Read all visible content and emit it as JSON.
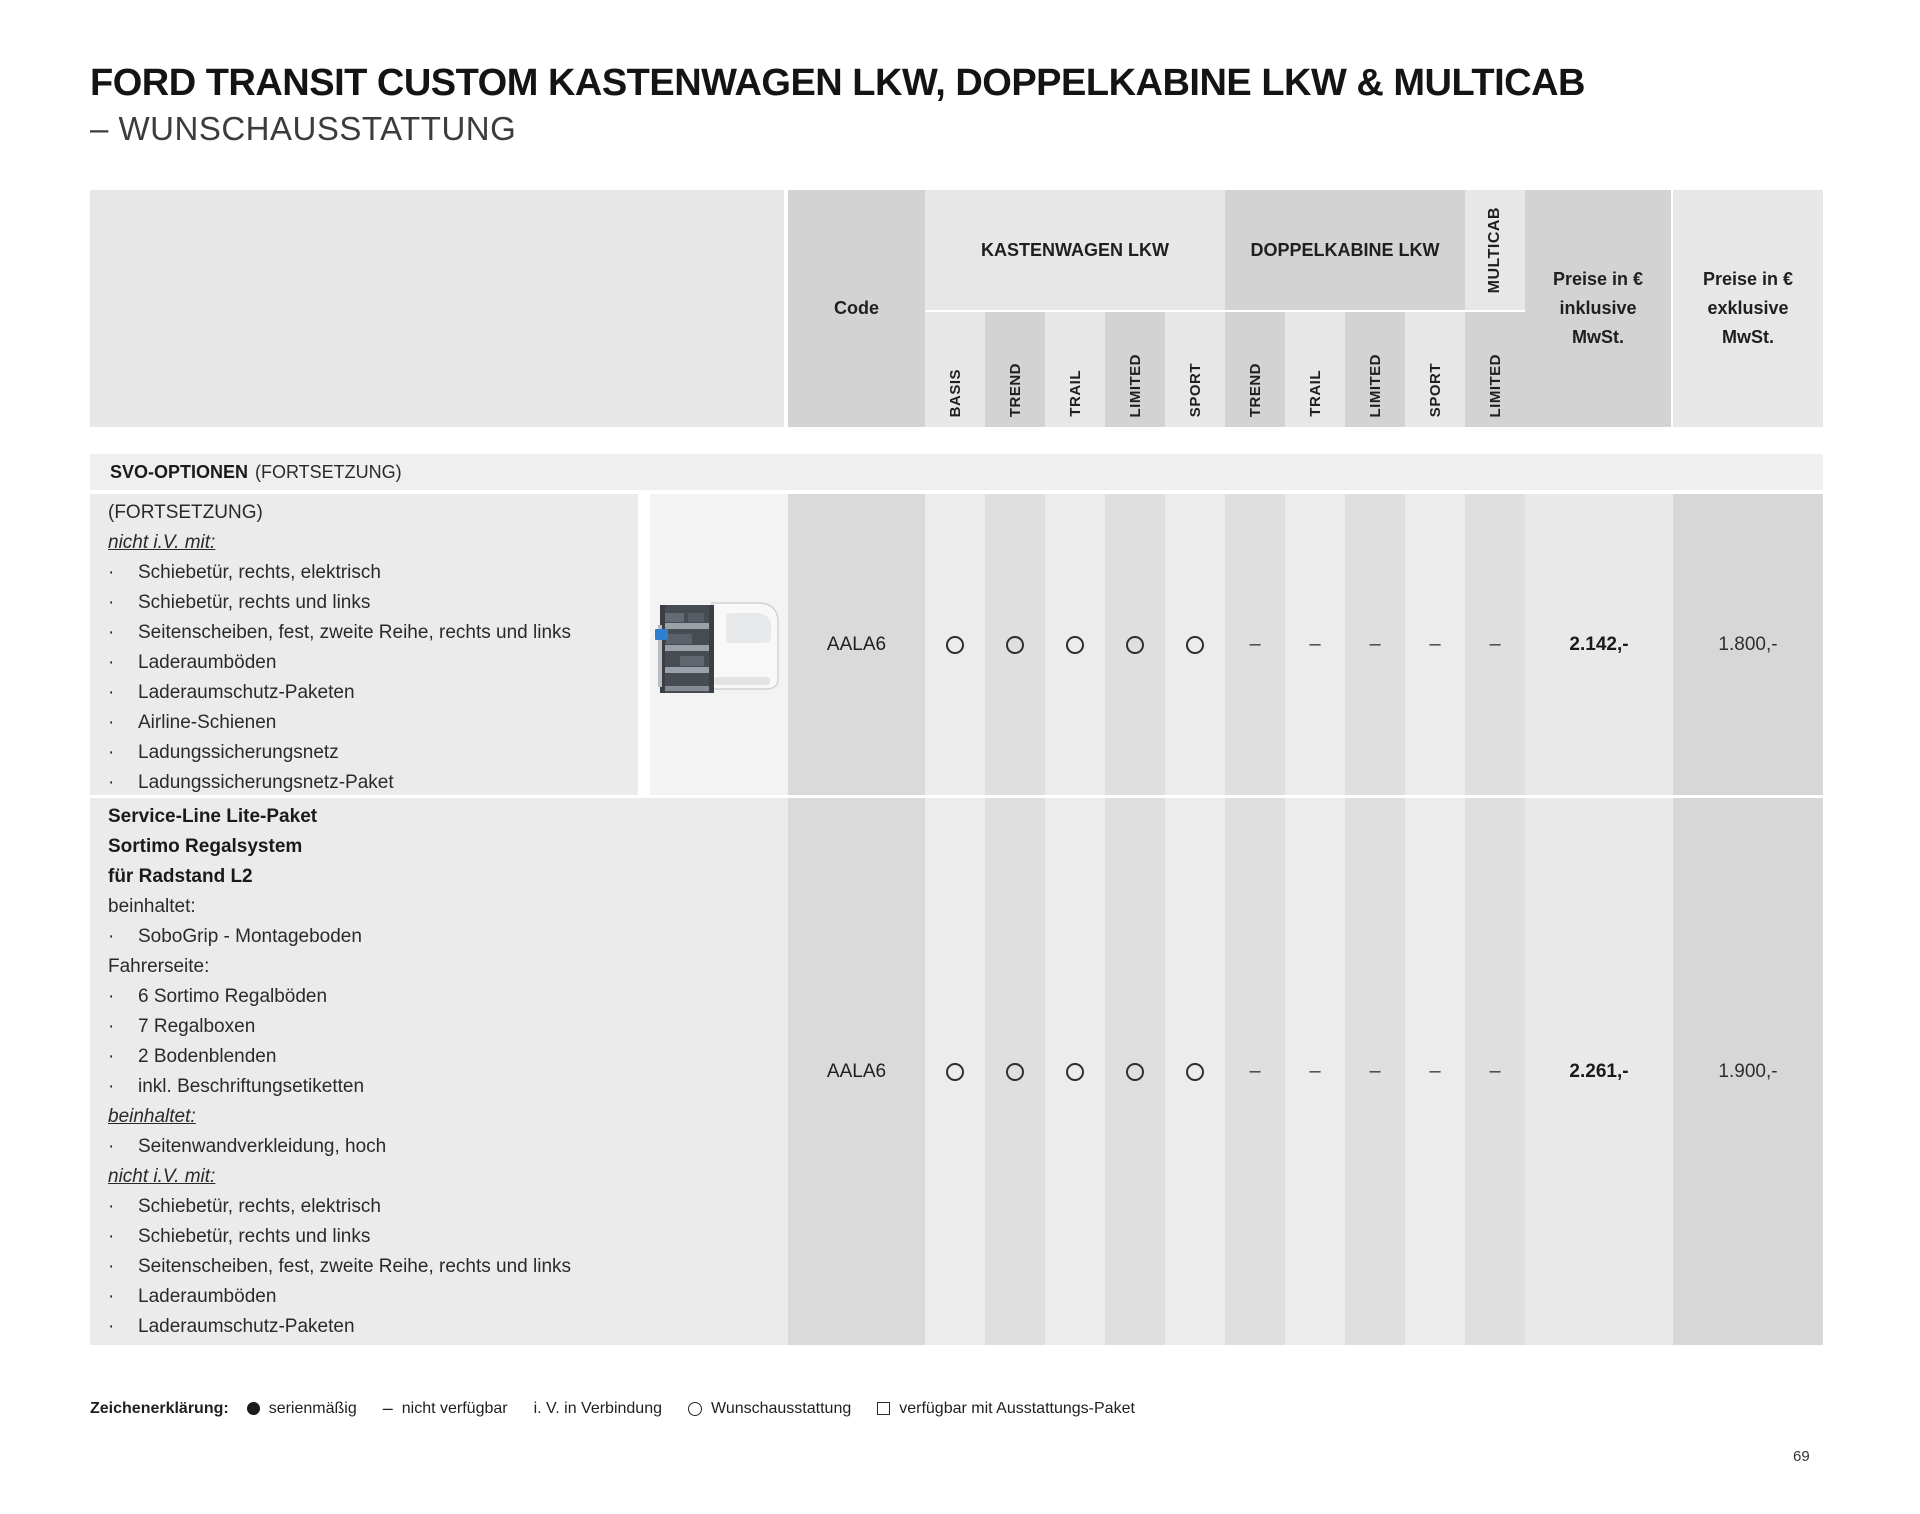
{
  "page": {
    "title": "FORD TRANSIT CUSTOM KASTENWAGEN LKW, DOPPELKABINE LKW & MULTICAB",
    "subtitle": "– WUNSCHAUSSTATTUNG",
    "page_number": "69"
  },
  "table": {
    "code_header": "Code",
    "bullet_char": "·",
    "dash_char": "–",
    "groups": [
      {
        "label": "KASTENWAGEN LKW",
        "trims": [
          "BASIS",
          "TREND",
          "TRAIL",
          "LIMITED",
          "SPORT"
        ]
      },
      {
        "label": "DOPPELKABINE LKW",
        "trims": [
          "TREND",
          "TRAIL",
          "LIMITED",
          "SPORT"
        ]
      },
      {
        "label": "MULTICAB",
        "trims": [
          "LIMITED"
        ]
      }
    ],
    "price_headers": [
      {
        "lines": [
          "Preise in €",
          "inklusive",
          "MwSt."
        ]
      },
      {
        "lines": [
          "Preise in €",
          "exklusive",
          "MwSt."
        ]
      }
    ],
    "section": {
      "title": "SVO-OPTIONEN",
      "suffix": "(FORTSETZUNG)"
    },
    "rows": [
      {
        "has_image": true,
        "image_alt": "sortimo-van-shelving",
        "code": "AALA6",
        "availability": [
          "circle",
          "circle",
          "circle",
          "circle",
          "circle",
          "dash",
          "dash",
          "dash",
          "dash",
          "dash"
        ],
        "price_incl": "2.142,-",
        "price_excl": "1.800,-",
        "lines": [
          {
            "text": "(FORTSETZUNG)",
            "style": "normal"
          },
          {
            "text": "nicht i.V. mit:",
            "style": "italic-underline"
          },
          {
            "text": "Schiebetür, rechts, elektrisch",
            "bullet": true
          },
          {
            "text": "Schiebetür, rechts und links",
            "bullet": true
          },
          {
            "text": "Seitenscheiben, fest, zweite Reihe, rechts und links",
            "bullet": true
          },
          {
            "text": "Laderaumböden",
            "bullet": true
          },
          {
            "text": "Laderaumschutz-Paketen",
            "bullet": true
          },
          {
            "text": "Airline-Schienen",
            "bullet": true
          },
          {
            "text": "Ladungssicherungsnetz",
            "bullet": true
          },
          {
            "text": "Ladungssicherungsnetz-Paket",
            "bullet": true
          }
        ]
      },
      {
        "has_image": false,
        "code": "AALA6",
        "availability": [
          "circle",
          "circle",
          "circle",
          "circle",
          "circle",
          "dash",
          "dash",
          "dash",
          "dash",
          "dash"
        ],
        "price_incl": "2.261,-",
        "price_excl": "1.900,-",
        "lines": [
          {
            "text": "Service-Line Lite-Paket",
            "style": "bold"
          },
          {
            "text": "Sortimo Regalsystem",
            "style": "bold"
          },
          {
            "text": "für Radstand L2",
            "style": "bold"
          },
          {
            "text": "beinhaltet:",
            "style": "normal"
          },
          {
            "text": "SoboGrip - Montageboden",
            "bullet": true
          },
          {
            "text": "Fahrerseite:",
            "style": "normal"
          },
          {
            "text": "6 Sortimo Regalböden",
            "bullet": true
          },
          {
            "text": "7 Regalboxen",
            "bullet": true
          },
          {
            "text": "2 Bodenblenden",
            "bullet": true
          },
          {
            "text": "inkl. Beschriftungsetiketten",
            "bullet": true
          },
          {
            "text": "beinhaltet:",
            "style": "italic-underline"
          },
          {
            "text": "Seitenwandverkleidung, hoch",
            "bullet": true
          },
          {
            "text": "nicht i.V. mit:",
            "style": "italic-underline"
          },
          {
            "text": "Schiebetür, rechts, elektrisch",
            "bullet": true
          },
          {
            "text": "Schiebetür, rechts und links",
            "bullet": true
          },
          {
            "text": "Seitenscheiben, fest, zweite Reihe, rechts und links",
            "bullet": true
          },
          {
            "text": "Laderaumböden",
            "bullet": true
          },
          {
            "text": "Laderaumschutz-Paketen",
            "bullet": true
          }
        ]
      }
    ]
  },
  "legend": {
    "title": "Zeichenerklärung:",
    "items": [
      {
        "symbol": "filled-circle",
        "label": "serienmäßig"
      },
      {
        "symbol": "dash",
        "label": "nicht verfügbar"
      },
      {
        "symbol": "none",
        "label": "i. V. in Verbindung"
      },
      {
        "symbol": "circle",
        "label": "Wunschausstattung"
      },
      {
        "symbol": "square",
        "label": "verfügbar mit Ausstattungs-Paket"
      }
    ]
  },
  "colors": {
    "header_light": "#e7e7e7",
    "header_dark": "#d3d3d3",
    "row_light": "#ebebeb",
    "stripe_light": "#ececec",
    "stripe_dark": "#dfdfdf",
    "price_incl_bg": "#e9e9e9",
    "price_excl_bg": "#d7d7d7",
    "section_bg": "#efefef",
    "image_accent_blue": "#2e7fd0",
    "text": "#2a2a2a"
  }
}
